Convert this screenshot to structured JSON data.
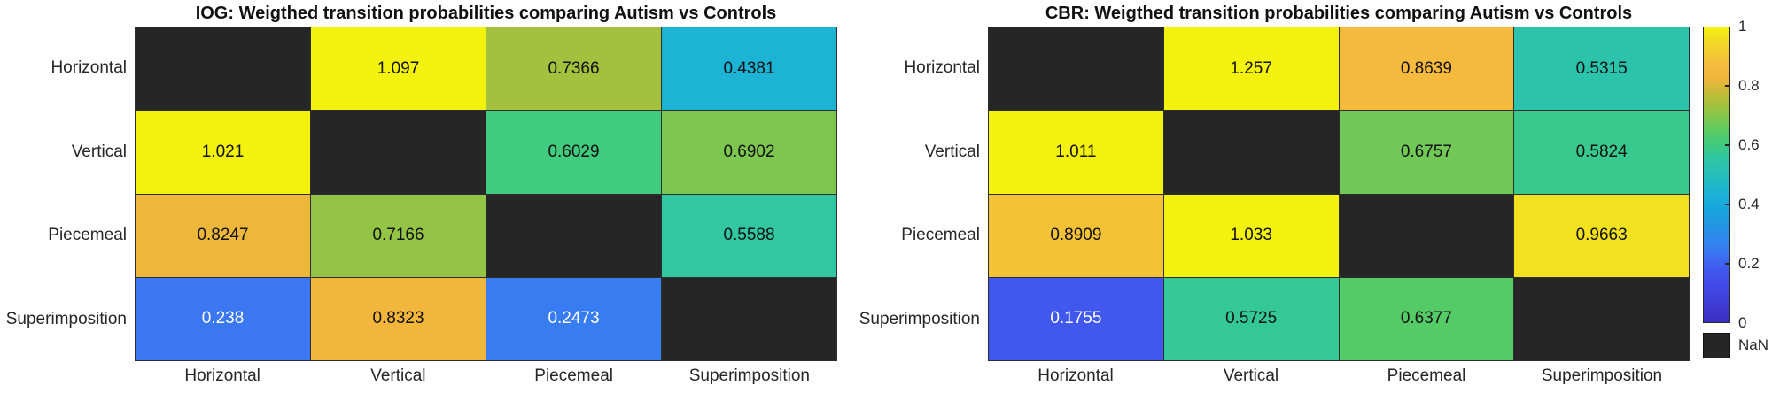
{
  "figure": {
    "background": "#ffffff",
    "axis_text_color": "#262626",
    "title_color": "#111111",
    "nan_color": "#262626",
    "grid_line_color": "#2e2e2e"
  },
  "chart_data": [
    {
      "type": "heatmap",
      "title": "IOG: Weigthed transition probabilities comparing Autism vs Controls",
      "rows": [
        "Horizontal",
        "Vertical",
        "Piecemeal",
        "Superimposition"
      ],
      "columns": [
        "Horizontal",
        "Vertical",
        "Piecemeal",
        "Superimposition"
      ],
      "values": [
        [
          null,
          1.097,
          0.7366,
          0.4381
        ],
        [
          1.021,
          null,
          0.6029,
          0.6902
        ],
        [
          0.8247,
          0.7166,
          null,
          0.5588
        ],
        [
          0.238,
          0.8323,
          0.2473,
          null
        ]
      ],
      "cell_labels": [
        [
          "",
          "1.097",
          "0.7366",
          "0.4381"
        ],
        [
          "1.021",
          "",
          "0.6029",
          "0.6902"
        ],
        [
          "0.8247",
          "0.7166",
          "",
          "0.5588"
        ],
        [
          "0.238",
          "0.8323",
          "0.2473",
          ""
        ]
      ],
      "colormap": "parula",
      "color_range": [
        0,
        1
      ],
      "nan_color": "#262626",
      "grid": true
    },
    {
      "type": "heatmap",
      "title": "CBR: Weigthed transition probabilities comparing Autism vs Controls",
      "rows": [
        "Horizontal",
        "Vertical",
        "Piecemeal",
        "Superimposition"
      ],
      "columns": [
        "Horizontal",
        "Vertical",
        "Piecemeal",
        "Superimposition"
      ],
      "values": [
        [
          null,
          1.257,
          0.8639,
          0.5315
        ],
        [
          1.011,
          null,
          0.6757,
          0.5824
        ],
        [
          0.8909,
          1.033,
          null,
          0.9663
        ],
        [
          0.1755,
          0.5725,
          0.6377,
          null
        ]
      ],
      "cell_labels": [
        [
          "",
          "1.257",
          "0.8639",
          "0.5315"
        ],
        [
          "1.011",
          "",
          "0.6757",
          "0.5824"
        ],
        [
          "0.8909",
          "1.033",
          "",
          "0.9663"
        ],
        [
          "0.1755",
          "0.5725",
          "0.6377",
          ""
        ]
      ],
      "colormap": "parula",
      "color_range": [
        0,
        1
      ],
      "nan_color": "#262626",
      "grid": true
    }
  ],
  "colorbar": {
    "tick_labels": [
      "1",
      "0.8",
      "0.6",
      "0.4",
      "0.2",
      "0"
    ],
    "tick_values": [
      1,
      0.8,
      0.6,
      0.4,
      0.2,
      0
    ],
    "nan_label": "NaN",
    "nan_color": "#262626",
    "gradient_stops": [
      {
        "t": 0.0,
        "color": "#3a2ec2"
      },
      {
        "t": 0.08,
        "color": "#4040dc"
      },
      {
        "t": 0.14,
        "color": "#424eea"
      },
      {
        "t": 0.18,
        "color": "#4159ee"
      },
      {
        "t": 0.22,
        "color": "#3d6ef2"
      },
      {
        "t": 0.26,
        "color": "#3682f0"
      },
      {
        "t": 0.32,
        "color": "#2494e6"
      },
      {
        "t": 0.38,
        "color": "#18a5de"
      },
      {
        "t": 0.44,
        "color": "#1cb3d4"
      },
      {
        "t": 0.5,
        "color": "#25bfba"
      },
      {
        "t": 0.56,
        "color": "#30c7a0"
      },
      {
        "t": 0.6,
        "color": "#3ecb80"
      },
      {
        "t": 0.64,
        "color": "#55cb66"
      },
      {
        "t": 0.68,
        "color": "#74c854"
      },
      {
        "t": 0.72,
        "color": "#96c444"
      },
      {
        "t": 0.76,
        "color": "#b5bd36"
      },
      {
        "t": 0.8,
        "color": "#d8b93a"
      },
      {
        "t": 0.83,
        "color": "#f2b63c"
      },
      {
        "t": 0.87,
        "color": "#f5ba3e"
      },
      {
        "t": 0.9,
        "color": "#f3c534"
      },
      {
        "t": 0.95,
        "color": "#f2da26"
      },
      {
        "t": 1.0,
        "color": "#f3f10e"
      }
    ]
  }
}
